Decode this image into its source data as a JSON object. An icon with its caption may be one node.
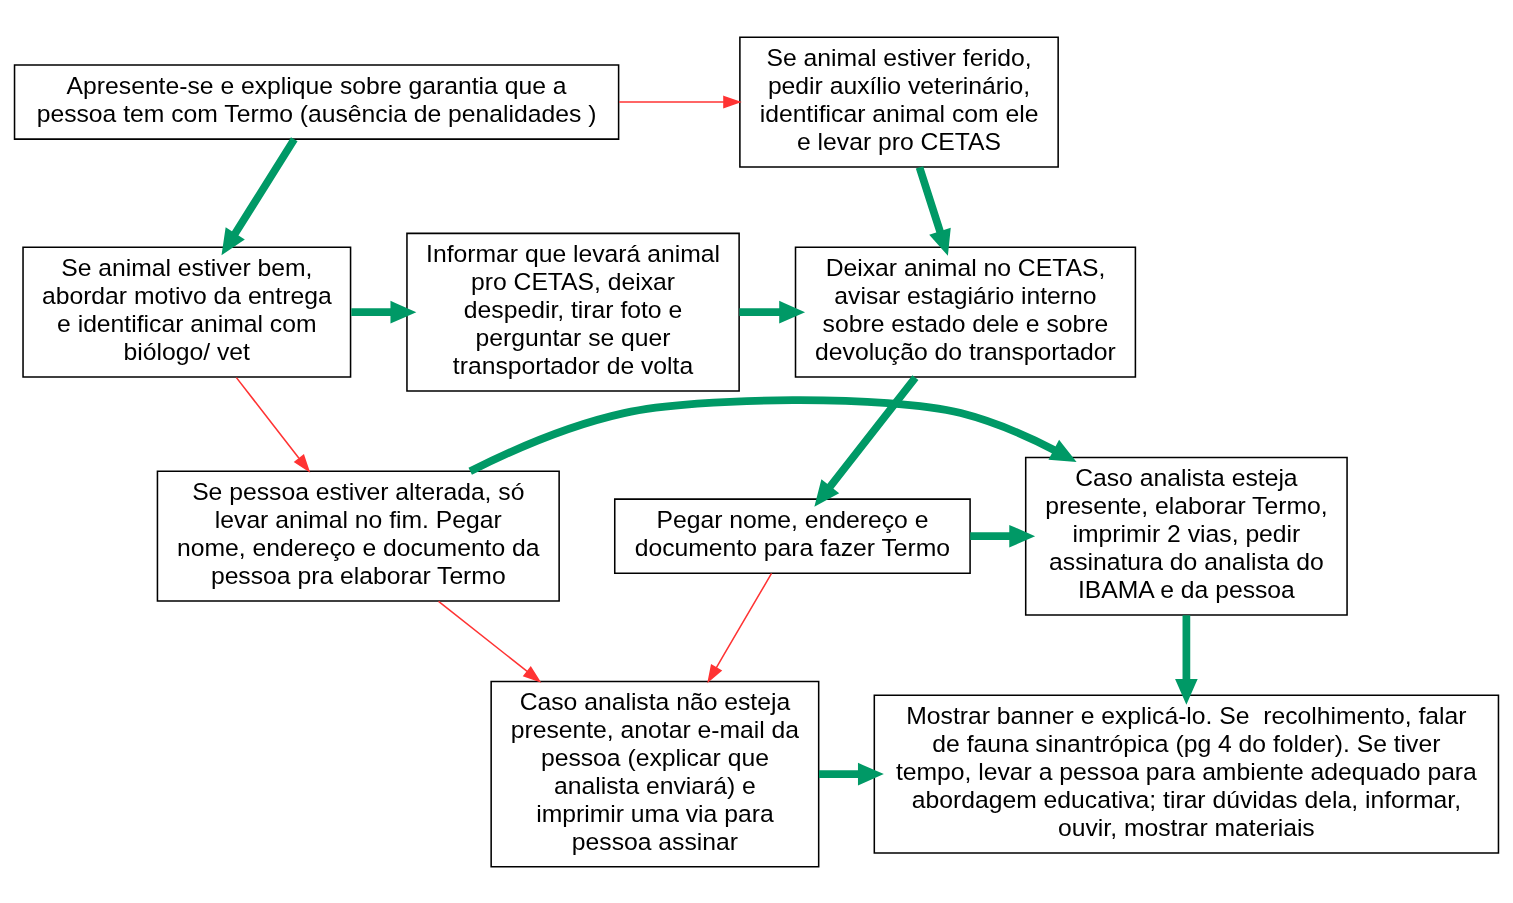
{
  "diagram": {
    "nodes": [
      {
        "text": [
          "Apresente-se e explique sobre garantia que a pessoa tem com Termo (ausência de penalidades )"
        ]
      },
      {
        "text": [
          "Se animal estiver ferido, pedir auxílio veterinário, identificar animal com ele e levar pro CETAS"
        ]
      },
      {
        "text": [
          "Se animal estiver bem, abordar motivo da entrega e identificar animal com biólogo/ vet"
        ]
      },
      {
        "text": [
          "Informar que levará animal pro CETAS, deixar despedir, tirar foto e perguntar se quer transportador de volta"
        ]
      },
      {
        "text": [
          "Deixar animal no CETAS, avisar estagiário interno sobre estado dele e sobre devolução do transportador"
        ]
      },
      {
        "text": [
          "Se pessoa estiver alterada, só levar animal no fim. Pegar nome, endereço e documento da pessoa pra elaborar Termo"
        ]
      },
      {
        "text": [
          "Caso analista esteja presente, elaborar Termo, imprimir 2 vias, pedir assinatura do analista do IBAMA e da pessoa"
        ]
      },
      {
        "text": [
          "Pegar nome, endereço e documento para fazer Termo"
        ]
      },
      {
        "text": [
          "Caso analista não esteja presente, anotar e-mail da pessoa (explicar que analista enviará) e imprimir uma via para pessoa assinar"
        ]
      },
      {
        "text": [
          "Mostrar banner e explicá-lo. Se  recolhimento, falar de fauna sinantrópica (pg 4 do folder). Se tiver tempo, levar a pessoa para ambiente adequado para abordagem educativa; tirar dúvidas dela, informar, ouvir, mostrar materiais"
        ]
      }
    ],
    "edges": [
      {
        "from": 0,
        "to": 1,
        "arrow": "to",
        "color": "#ff3333"
      },
      {
        "from": 0,
        "to": 2,
        "arrow": "to"
      },
      {
        "from": 1,
        "to": 4,
        "arrow": "to"
      },
      {
        "from": 2,
        "to": 3,
        "arrow": "to"
      },
      {
        "from": 3,
        "to": 4,
        "arrow": "to"
      },
      {
        "from": 2,
        "to": 5,
        "arrow": "to",
        "color": "#ff3333"
      },
      {
        "from": 4,
        "to": 7,
        "arrow": "to"
      },
      {
        "from": 7,
        "to": 6,
        "arrow": "to"
      },
      {
        "from": 5,
        "to": 6,
        "arrow": "to"
      },
      {
        "from": 5,
        "to": 8,
        "arrow": "to",
        "color": "#ff3333"
      },
      {
        "from": 7,
        "to": 8,
        "arrow": "to",
        "color": "#ff3333"
      },
      {
        "from": 6,
        "to": 9,
        "arrow": "to"
      },
      {
        "from": 8,
        "to": 9,
        "arrow": "to"
      }
    ]
  }
}
